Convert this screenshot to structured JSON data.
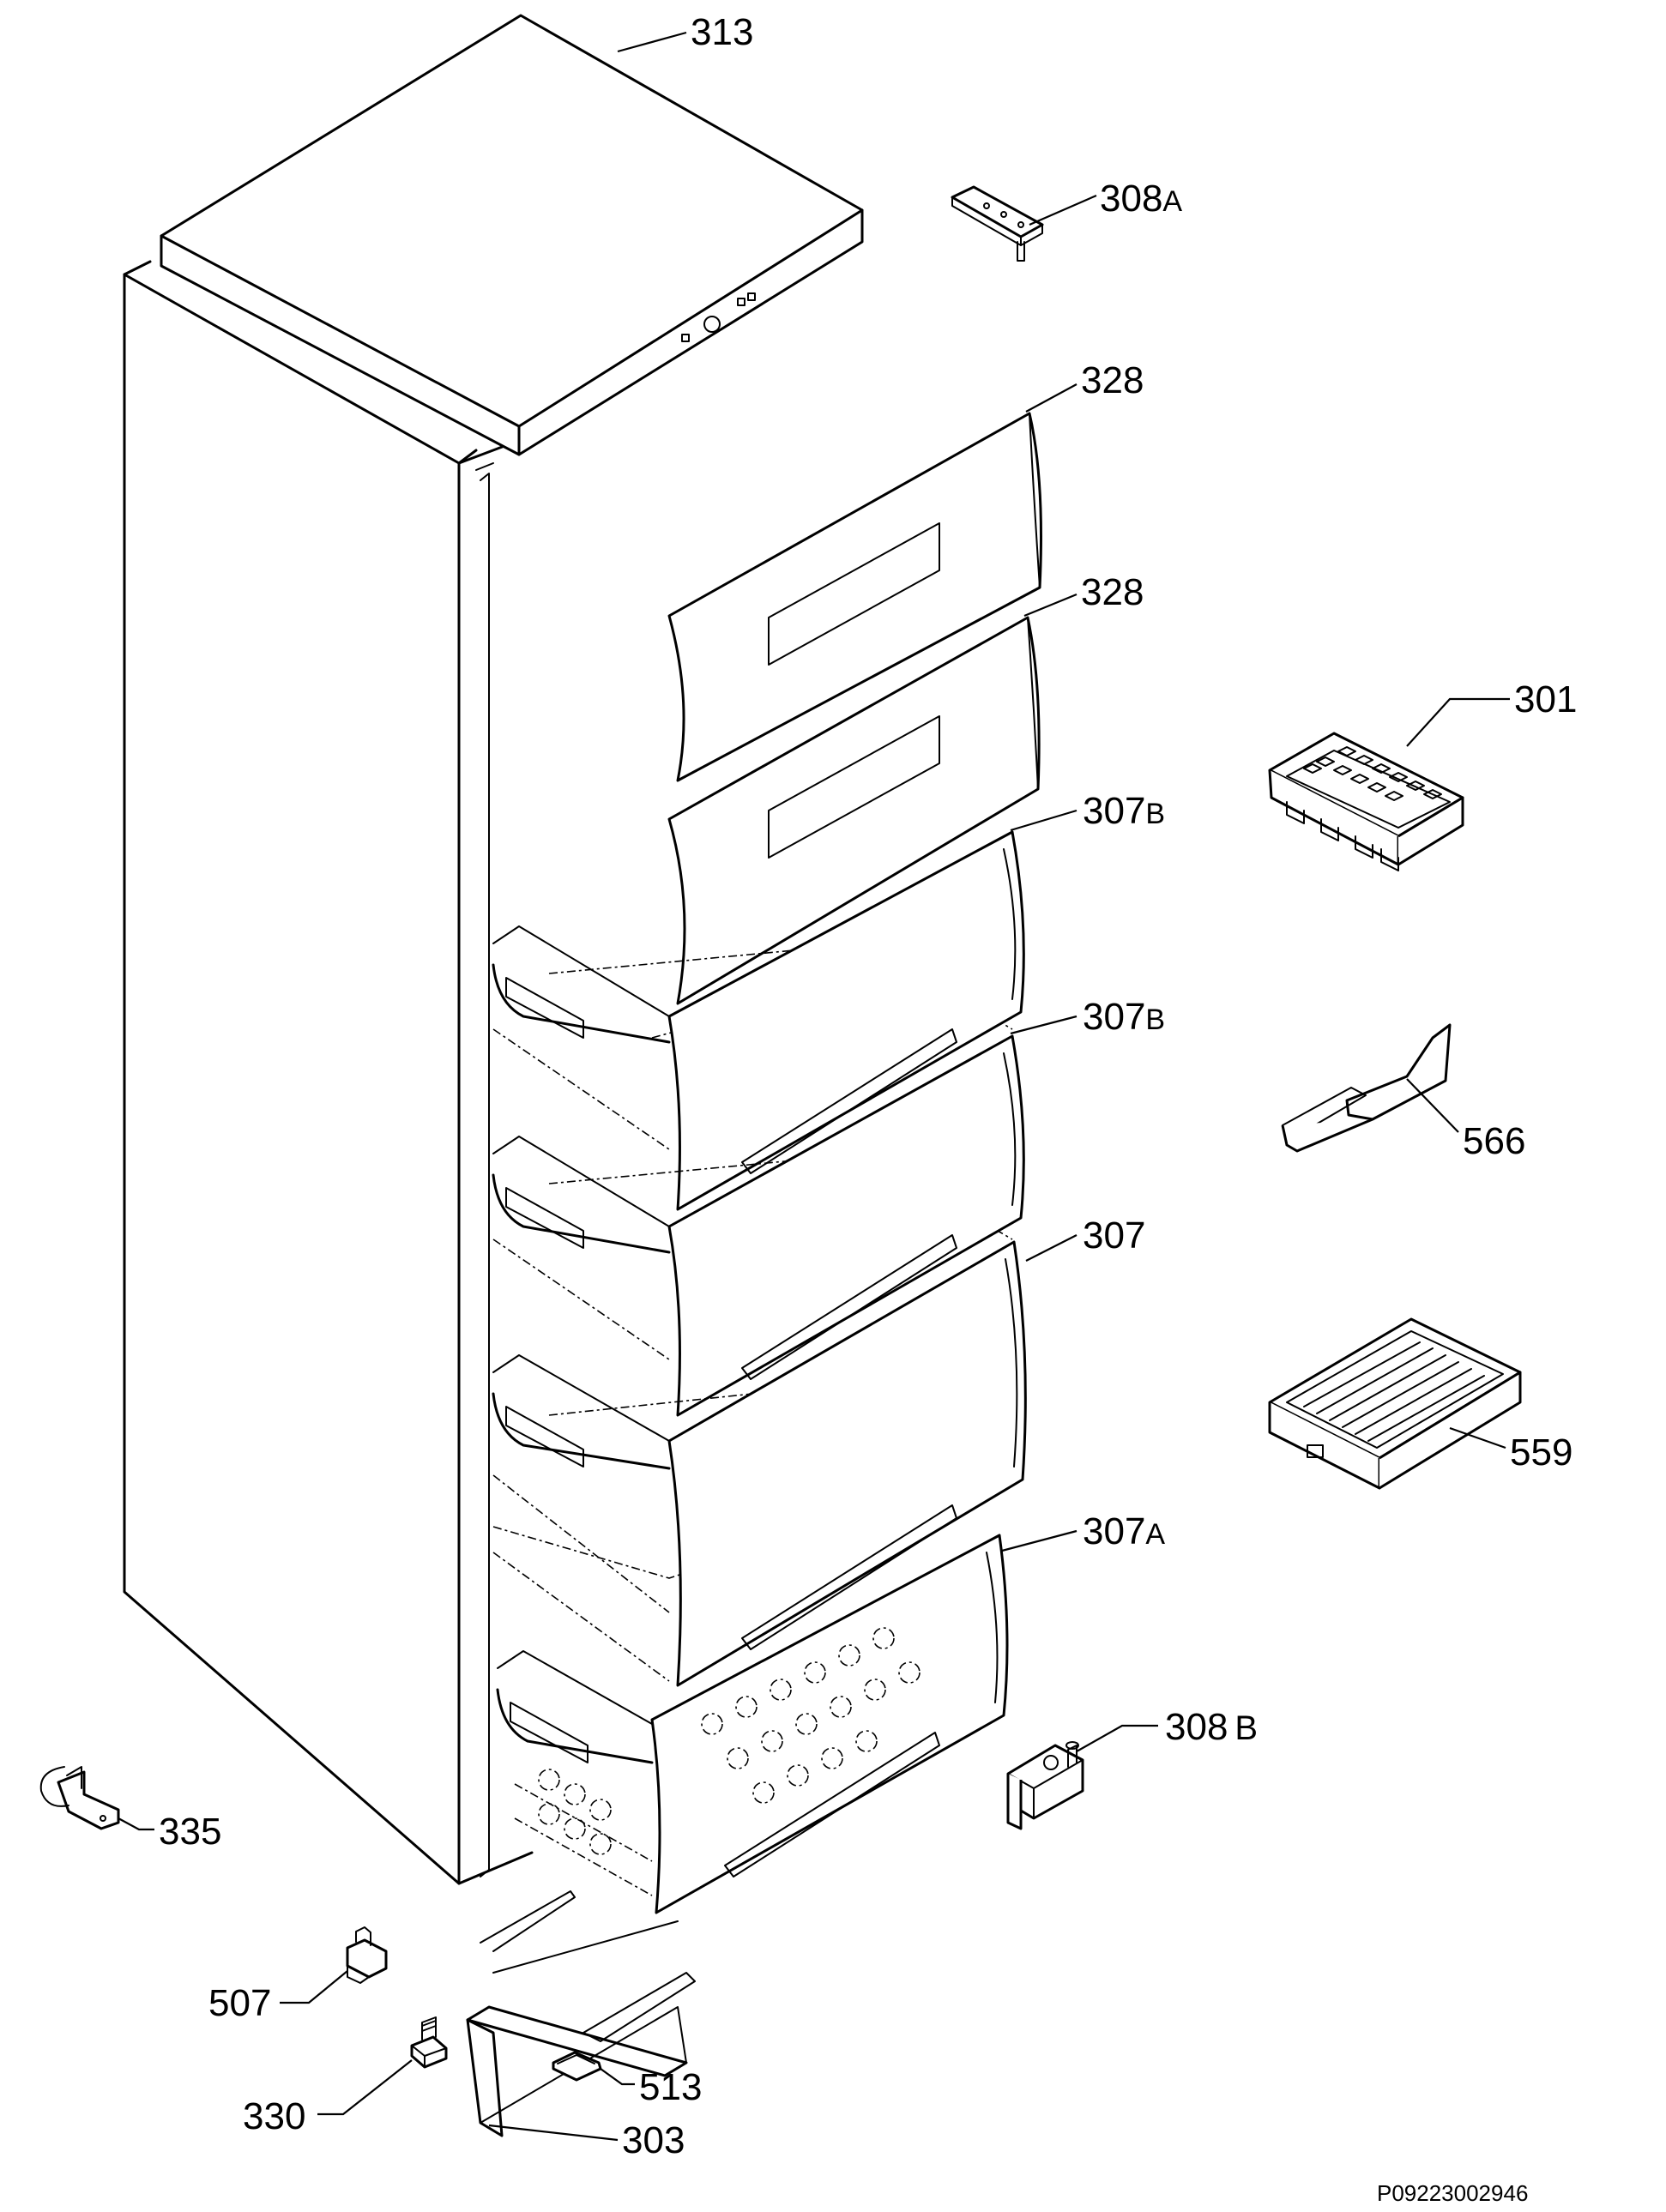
{
  "diagram": {
    "labels": [
      {
        "id": "313",
        "text": "313"
      },
      {
        "id": "308A",
        "text": "308",
        "suffix": "A"
      },
      {
        "id": "328-upper",
        "text": "328"
      },
      {
        "id": "328-lower",
        "text": "328"
      },
      {
        "id": "301",
        "text": "301"
      },
      {
        "id": "307B-upper",
        "text": "307",
        "suffix": "B"
      },
      {
        "id": "307B-lower",
        "text": "307",
        "suffix": "B"
      },
      {
        "id": "566",
        "text": "566"
      },
      {
        "id": "307",
        "text": "307"
      },
      {
        "id": "559",
        "text": "559"
      },
      {
        "id": "307A",
        "text": "307",
        "suffix": "A"
      },
      {
        "id": "308B",
        "text": "308",
        "suffix": "B"
      },
      {
        "id": "335",
        "text": "335"
      },
      {
        "id": "507",
        "text": "507"
      },
      {
        "id": "513",
        "text": "513"
      },
      {
        "id": "330",
        "text": "330"
      },
      {
        "id": "303",
        "text": "303"
      }
    ],
    "code": "P09223002946"
  }
}
